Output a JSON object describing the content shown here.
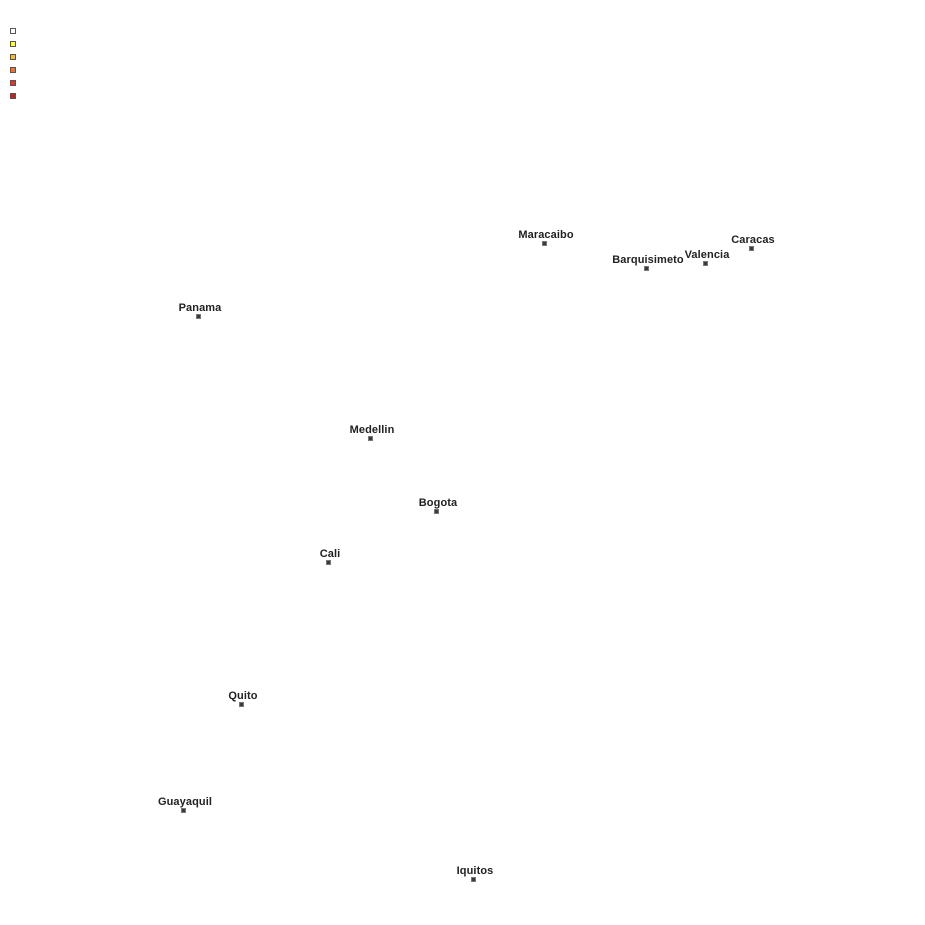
{
  "legend": {
    "swatches": [
      {
        "color": "#ffffff"
      },
      {
        "color": "#ffff33"
      },
      {
        "color": "#ffb62f"
      },
      {
        "color": "#f0742a"
      },
      {
        "color": "#e63227"
      },
      {
        "color": "#cc1f1f"
      }
    ]
  },
  "cities": [
    {
      "name": "Maracaibo"
    },
    {
      "name": "Caracas"
    },
    {
      "name": "Valencia"
    },
    {
      "name": "Barquisimeto"
    },
    {
      "name": "Panama"
    },
    {
      "name": "Medellin"
    },
    {
      "name": "Bogota"
    },
    {
      "name": "Cali"
    },
    {
      "name": "Quito"
    },
    {
      "name": "Guayaquil"
    },
    {
      "name": "Iquitos"
    }
  ]
}
